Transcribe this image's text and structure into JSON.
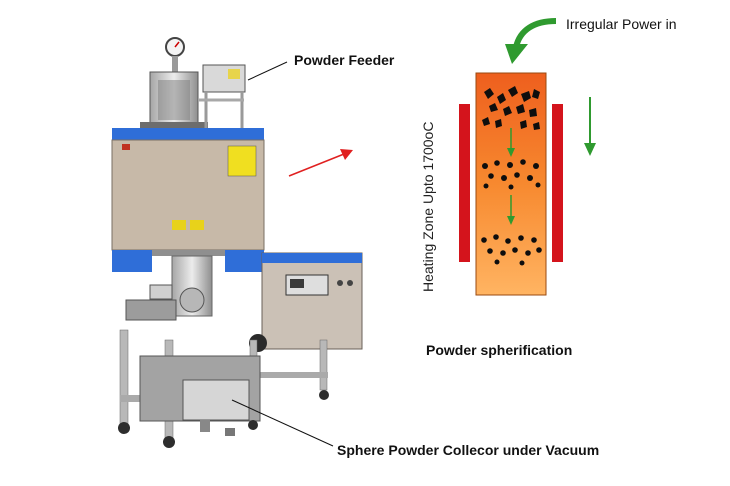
{
  "labels": {
    "powder_feeder": "Powder Feeder",
    "irregular_power_in": "Irregular Power in",
    "heating_zone": "Heating Zone Upto 1700oC",
    "powder_spherification": "Powder spherification",
    "collector": "Sphere Powder Collecor under Vacuum"
  },
  "colors": {
    "cabinet": "#c7b9a8",
    "frame_blue": "#2f6ed8",
    "tube_top": "#f06a22",
    "tube_bottom": "#ffb060",
    "heater_red": "#d4141c",
    "arrow_green": "#2f9a2f",
    "arrow_red": "#e02020"
  }
}
